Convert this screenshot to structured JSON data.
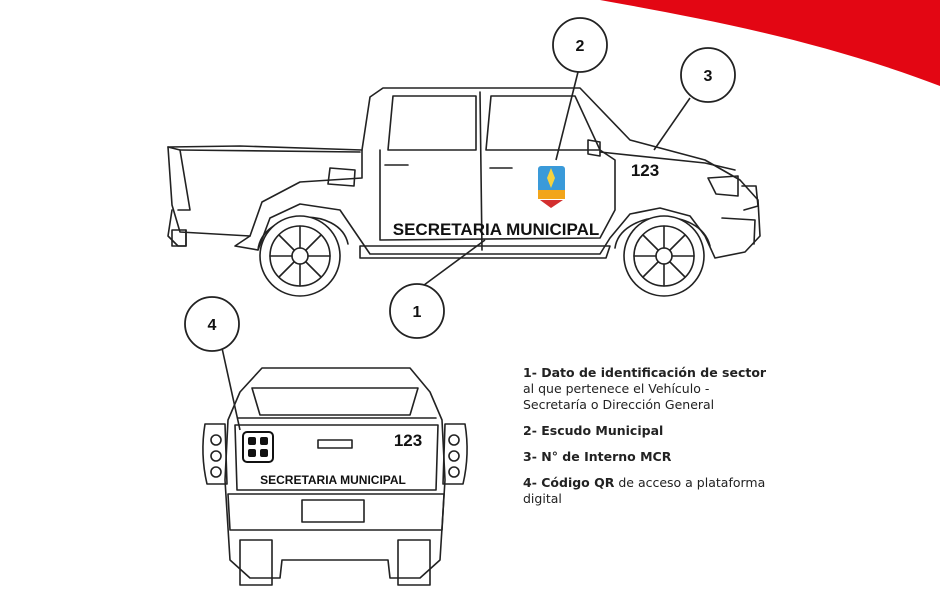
{
  "accent_color": "#e30613",
  "side_view": {
    "door_text": "SECRETARIA MUNICIPAL",
    "unit_number": "123",
    "shield_icon": "municipal-shield-icon"
  },
  "rear_view": {
    "unit_number": "123",
    "tailgate_text": "SECRETARIA MUNICIPAL",
    "qr_icon": "qr-code-icon"
  },
  "callouts": [
    "1",
    "2",
    "3",
    "4"
  ],
  "legend": [
    {
      "bold": "1- Dato de identificación de sector",
      "rest": " al que pertenece el Vehículo - Secretaría o Dirección General"
    },
    {
      "bold": "2- Escudo Municipal",
      "rest": ""
    },
    {
      "bold": "3- N° de Interno MCR",
      "rest": ""
    },
    {
      "bold": "4- Código QR",
      "rest": " de acceso a plataforma digital"
    }
  ]
}
